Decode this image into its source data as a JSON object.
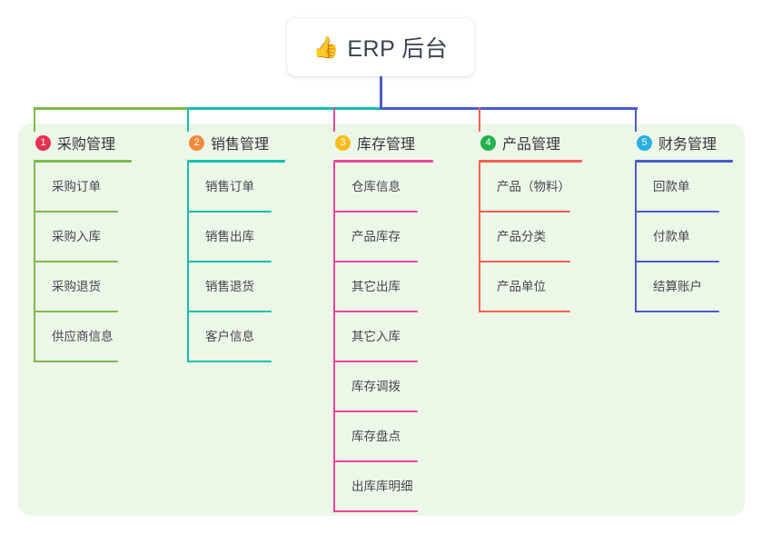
{
  "root": {
    "icon": "thumbs-up-icon",
    "emoji": "👍",
    "label": "ERP 后台"
  },
  "palette": {
    "panel_bg": "#edf7e8",
    "page_bg": "#ffffff",
    "stem_blue": "#4a5ccc",
    "trunk_green": "#7cbb4a",
    "trunk_teal": "#14bfae",
    "text_dark": "#33363d",
    "text_item": "#44474e"
  },
  "columns": [
    {
      "number": "1",
      "title": "采购管理",
      "badge_color": "#e8304f",
      "line_color": "#7cbb4a",
      "items": [
        {
          "label": "采购订单"
        },
        {
          "label": "采购入库"
        },
        {
          "label": "采购退货"
        },
        {
          "label": "供应商信息"
        }
      ]
    },
    {
      "number": "2",
      "title": "销售管理",
      "badge_color": "#f5883c",
      "line_color": "#14bfae",
      "items": [
        {
          "label": "销售订单"
        },
        {
          "label": "销售出库"
        },
        {
          "label": "销售退货"
        },
        {
          "label": "客户信息"
        }
      ]
    },
    {
      "number": "3",
      "title": "库存管理",
      "badge_color": "#f5bc1c",
      "line_color": "#e8479b",
      "items": [
        {
          "label": "仓库信息"
        },
        {
          "label": "产品库存"
        },
        {
          "label": "其它出库"
        },
        {
          "label": "其它入库"
        },
        {
          "label": "库存调拨"
        },
        {
          "label": "库存盘点"
        },
        {
          "label": "出库库明细"
        }
      ]
    },
    {
      "number": "4",
      "title": "产品管理",
      "badge_color": "#23b14d",
      "line_color": "#f8604f",
      "items": [
        {
          "label": "产品（物料）"
        },
        {
          "label": "产品分类"
        },
        {
          "label": "产品单位"
        }
      ]
    },
    {
      "number": "5",
      "title": "财务管理",
      "badge_color": "#29aee4",
      "line_color": "#4a5ccc",
      "items": [
        {
          "label": "回款单"
        },
        {
          "label": "付款单"
        },
        {
          "label": "结算账户"
        }
      ]
    }
  ]
}
